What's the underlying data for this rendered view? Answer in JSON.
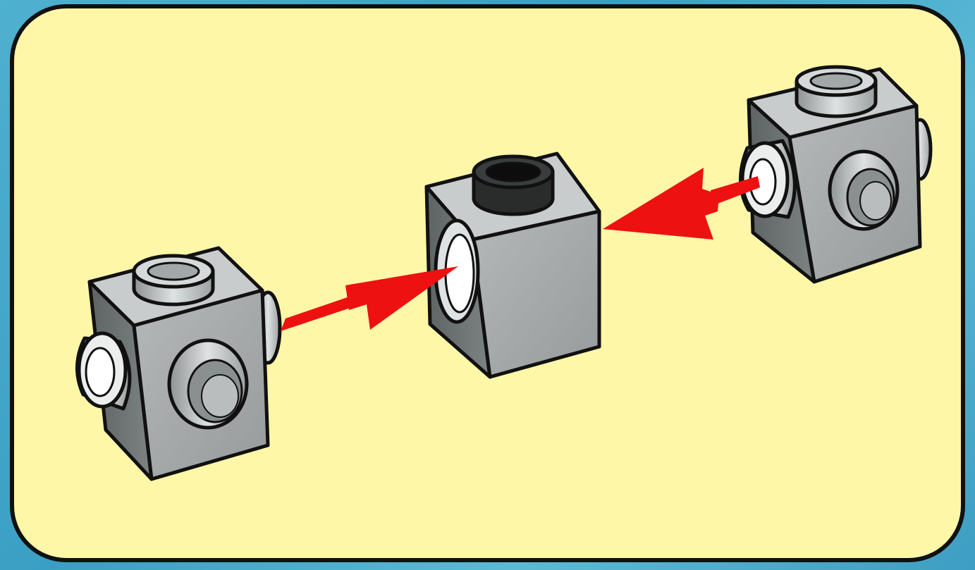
{
  "colors": {
    "background": "#3fa6c9",
    "panel": "#fff7a8",
    "panel_border": "#111111",
    "brick_front": "#a4a8a8",
    "brick_top": "#c9cccc",
    "brick_side": "#6f7474",
    "arrow": "#ee1111",
    "outline": "#111111"
  },
  "scene": {
    "bricks": [
      {
        "name": "technic-brick-with-side-studs",
        "position": "left"
      },
      {
        "name": "technic-brick-with-hole",
        "position": "center"
      },
      {
        "name": "technic-brick-with-side-studs",
        "position": "right"
      }
    ],
    "arrows": [
      {
        "from": "left",
        "to": "center"
      },
      {
        "from": "right",
        "to": "center"
      }
    ]
  }
}
